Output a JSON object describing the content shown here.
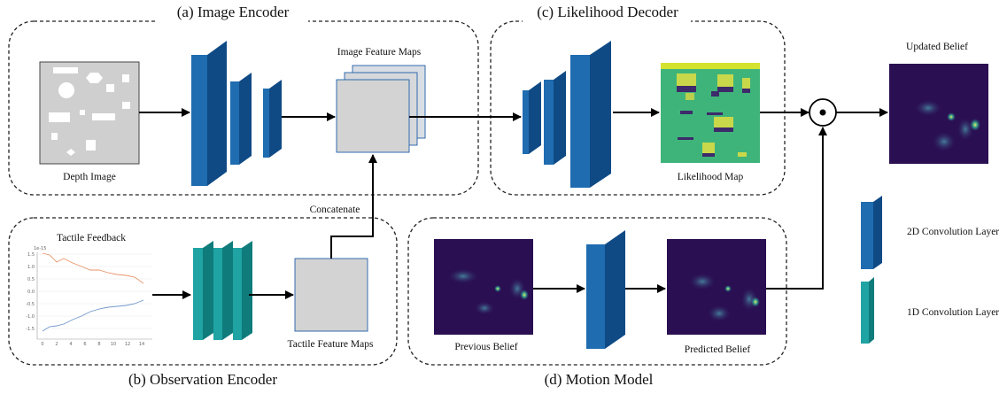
{
  "panels": {
    "image_encoder": "(a) Image Encoder",
    "observation_encoder": "(b) Observation Encoder",
    "likelihood_decoder": "(c) Likelihood Decoder",
    "motion_model": "(d) Motion Model"
  },
  "labels": {
    "depth_image": "Depth Image",
    "image_feature_maps": "Image Feature Maps",
    "concatenate": "Concatenate",
    "tactile_feedback": "Tactile Feedback",
    "tactile_feature_maps": "Tactile Feature Maps",
    "likelihood_map": "Likelihood Map",
    "updated_belief": "Updated Belief",
    "previous_belief": "Previous Belief",
    "predicted_belief": "Predicted Belief"
  },
  "legend": {
    "conv2d": "2D Convolution Layer",
    "conv1d": "1D Convolution Layer"
  },
  "tactile_plot": {
    "scale": "1e-15",
    "y_ticks": [
      "1.5",
      "1.0",
      "0.5",
      "0.0",
      "-0.5",
      "-1.0",
      "-1.5"
    ],
    "x_ticks": [
      "0",
      "2",
      "4",
      "6",
      "8",
      "10",
      "12",
      "14"
    ]
  },
  "colors": {
    "conv2d_front": "#1f6cb0",
    "conv2d_side": "#0f4a85",
    "conv1d_front": "#1fa3a3",
    "conv1d_side": "#0f7b7b",
    "belief_bg": "#2a0f52",
    "likelihood_bg": "#3fb47a",
    "likelihood_top": "#d4e230"
  }
}
